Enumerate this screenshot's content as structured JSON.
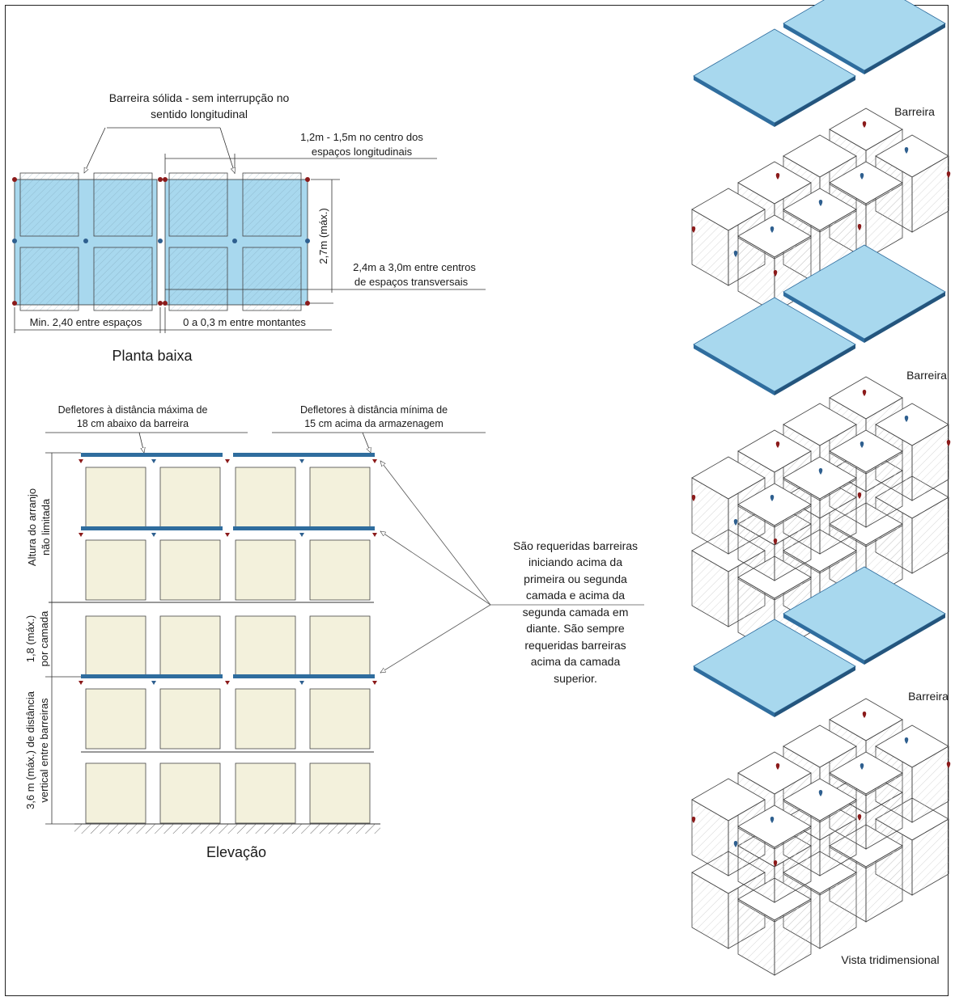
{
  "colors": {
    "barrier_fill": "#a8d8ee",
    "barrier_edge": "#2f6d9e",
    "box_fill": "#f3f1dc",
    "red_marker": "#8b1a1a",
    "blue_marker": "#2e5f8f"
  },
  "plan": {
    "solid_barrier_line1": "Barreira sólida - sem interrupção no",
    "solid_barrier_line2": "sentido longitudinal",
    "center_line1": "1,2m - 1,5m no centro dos",
    "center_line2": "espaços longitudinais",
    "height_max": "2,7m (máx.)",
    "transverse_line1": "2,4m a 3,0m entre centros",
    "transverse_line2": "de espaços transversais",
    "min_spacing": "Min. 2,40 entre espaços",
    "uprights": "0 a 0,3 m entre montantes",
    "title": "Planta baixa"
  },
  "elevation": {
    "deflector_max_line1": "Defletores à distância máxima de",
    "deflector_max_line2": "18 cm abaixo da barreira",
    "deflector_min_line1": "Defletores à distância mínima de",
    "deflector_min_line2": "15 cm acima da armazenagem",
    "height_unlimited_line1": "Altura do arranjo",
    "height_unlimited_line2": "não limitada",
    "per_layer_line1": "1,8 (máx.)",
    "per_layer_line2": "por camada",
    "vertical_line1": "3,6 m (máx.) de distância",
    "vertical_line2": "vertical entre barreiras",
    "title": "Elevação"
  },
  "note": {
    "line1": "São requeridas barreiras",
    "line2": "iniciando acima da",
    "line3": "primeira ou segunda",
    "line4": "camada e acima da",
    "line5": "segunda camada em",
    "line6": "diante. São sempre",
    "line7": "requeridas barreiras",
    "line8": "acima da camada",
    "line9": "superior."
  },
  "iso": {
    "barrier_label_1": "Barreira",
    "barrier_label_2": "Barreira",
    "barrier_label_3": "Barreira",
    "view_title": "Vista tridimensional"
  }
}
